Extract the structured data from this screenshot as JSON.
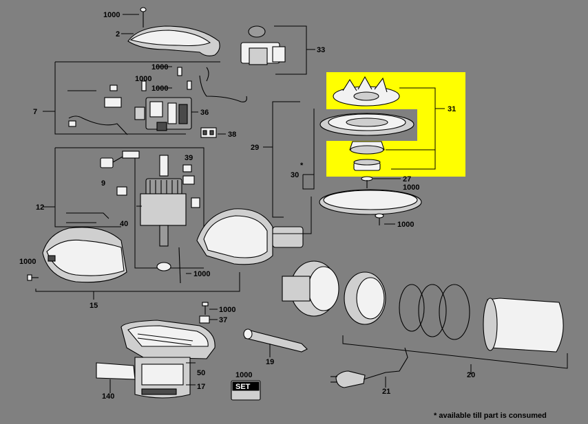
{
  "highlight_color": "#ffff00",
  "background_color": "#808080",
  "labels": {
    "l1000_top": "1000",
    "l2": "2",
    "l33": "33",
    "l1000_a": "1000",
    "l1000_b": "1000",
    "l1000_c": "1000",
    "l7": "7",
    "l36": "36",
    "l38": "38",
    "l31": "31",
    "l29": "29",
    "l_star": "*",
    "l30": "30",
    "l27": "27",
    "l1000_d": "1000",
    "l1000_e": "1000",
    "l39": "39",
    "l9": "9",
    "l12": "12",
    "l40": "40",
    "l1000_f": "1000",
    "l1000_g": "1000",
    "l15": "15",
    "l1000_h": "1000",
    "l37": "37",
    "l19": "19",
    "l50": "50",
    "l17": "17",
    "l140": "140",
    "l1000_set": "1000",
    "set_badge": "SET",
    "l21": "21",
    "l20": "20"
  },
  "footnote": "* available till part is consumed"
}
